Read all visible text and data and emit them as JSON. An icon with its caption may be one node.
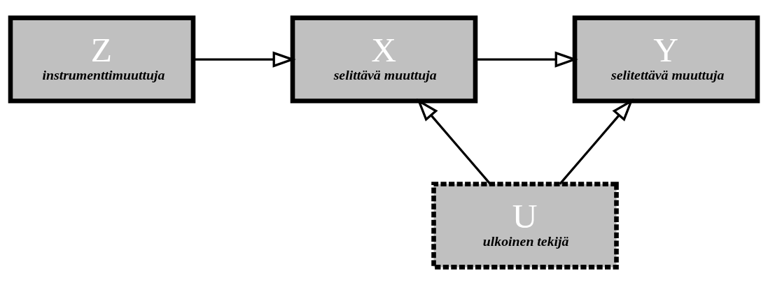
{
  "diagram": {
    "nodes": [
      {
        "text": [
          "Z",
          "instrumenttimuuttuja"
        ]
      },
      {
        "text": [
          "X",
          "selittävä muuttuja"
        ]
      },
      {
        "text": [
          "Y",
          "selitettävä muuttuja"
        ]
      },
      {
        "text": [
          "U",
          "ulkoinen tekijä"
        ]
      }
    ],
    "edges": [
      {
        "from": 0,
        "to": 1,
        "arrow": "to"
      },
      {
        "from": 1,
        "to": 2,
        "arrow": "to"
      },
      {
        "from": 3,
        "to": 1,
        "arrow": "to"
      },
      {
        "from": 3,
        "to": 2,
        "arrow": "to"
      }
    ]
  }
}
